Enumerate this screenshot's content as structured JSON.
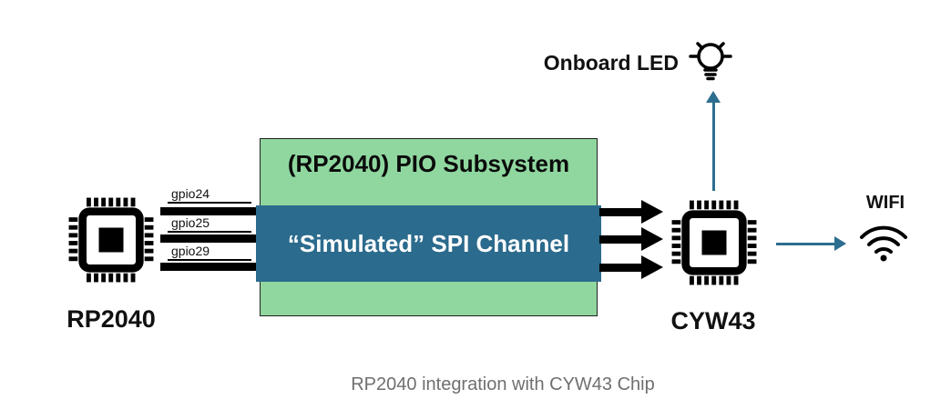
{
  "diagram": {
    "pio_box": {
      "label": "(RP2040) PIO Subsystem"
    },
    "spi_box": {
      "label": "“Simulated” SPI Channel"
    },
    "left_chip": {
      "label": "RP2040"
    },
    "right_chip": {
      "label": "CYW43"
    },
    "gpio_labels": [
      "gpio24",
      "gpio25",
      "gpio29"
    ],
    "led": {
      "label": "Onboard LED"
    },
    "wifi": {
      "label": "WIFI"
    },
    "caption": "RP2040 integration with CYW43 Chip",
    "colors": {
      "pio_box_fill": "#8FD79F",
      "spi_box_fill": "#2B6B8D",
      "arrow_teal": "#2C6E8F",
      "caption_gray": "#6F6F6F"
    }
  }
}
